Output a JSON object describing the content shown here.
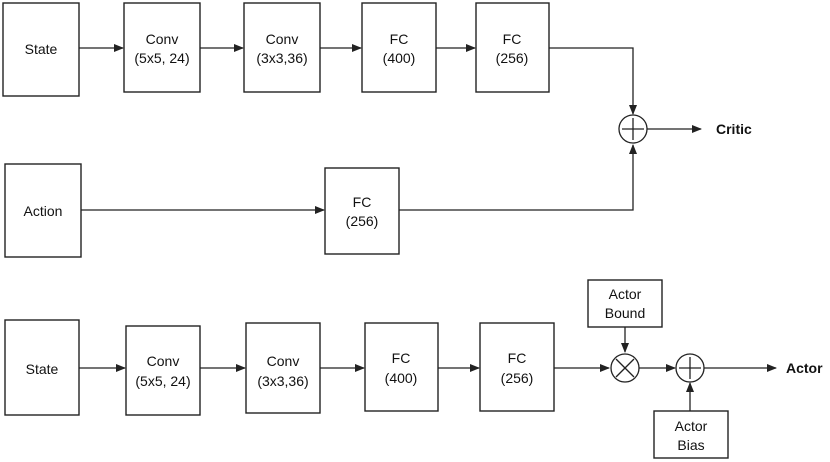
{
  "critic_net": {
    "state_label": "State",
    "conv1": {
      "line1": "Conv",
      "line2": "(5x5, 24)"
    },
    "conv2": {
      "line1": "Conv",
      "line2": "(3x3,36)"
    },
    "fc1": {
      "line1": "FC",
      "line2": "(400)"
    },
    "fc2": {
      "line1": "FC",
      "line2": "(256)"
    },
    "action_label": "Action",
    "action_fc": {
      "line1": "FC",
      "line2": "(256)"
    },
    "output_label": "Critic"
  },
  "actor_net": {
    "state_label": "State",
    "conv1": {
      "line1": "Conv",
      "line2": "(5x5, 24)"
    },
    "conv2": {
      "line1": "Conv",
      "line2": "(3x3,36)"
    },
    "fc1": {
      "line1": "FC",
      "line2": "(400)"
    },
    "fc2": {
      "line1": "FC",
      "line2": "(256)"
    },
    "bound": {
      "line1": "Actor",
      "line2": "Bound"
    },
    "bias": {
      "line1": "Actor",
      "line2": "Bias"
    },
    "output_label": "Actor"
  }
}
